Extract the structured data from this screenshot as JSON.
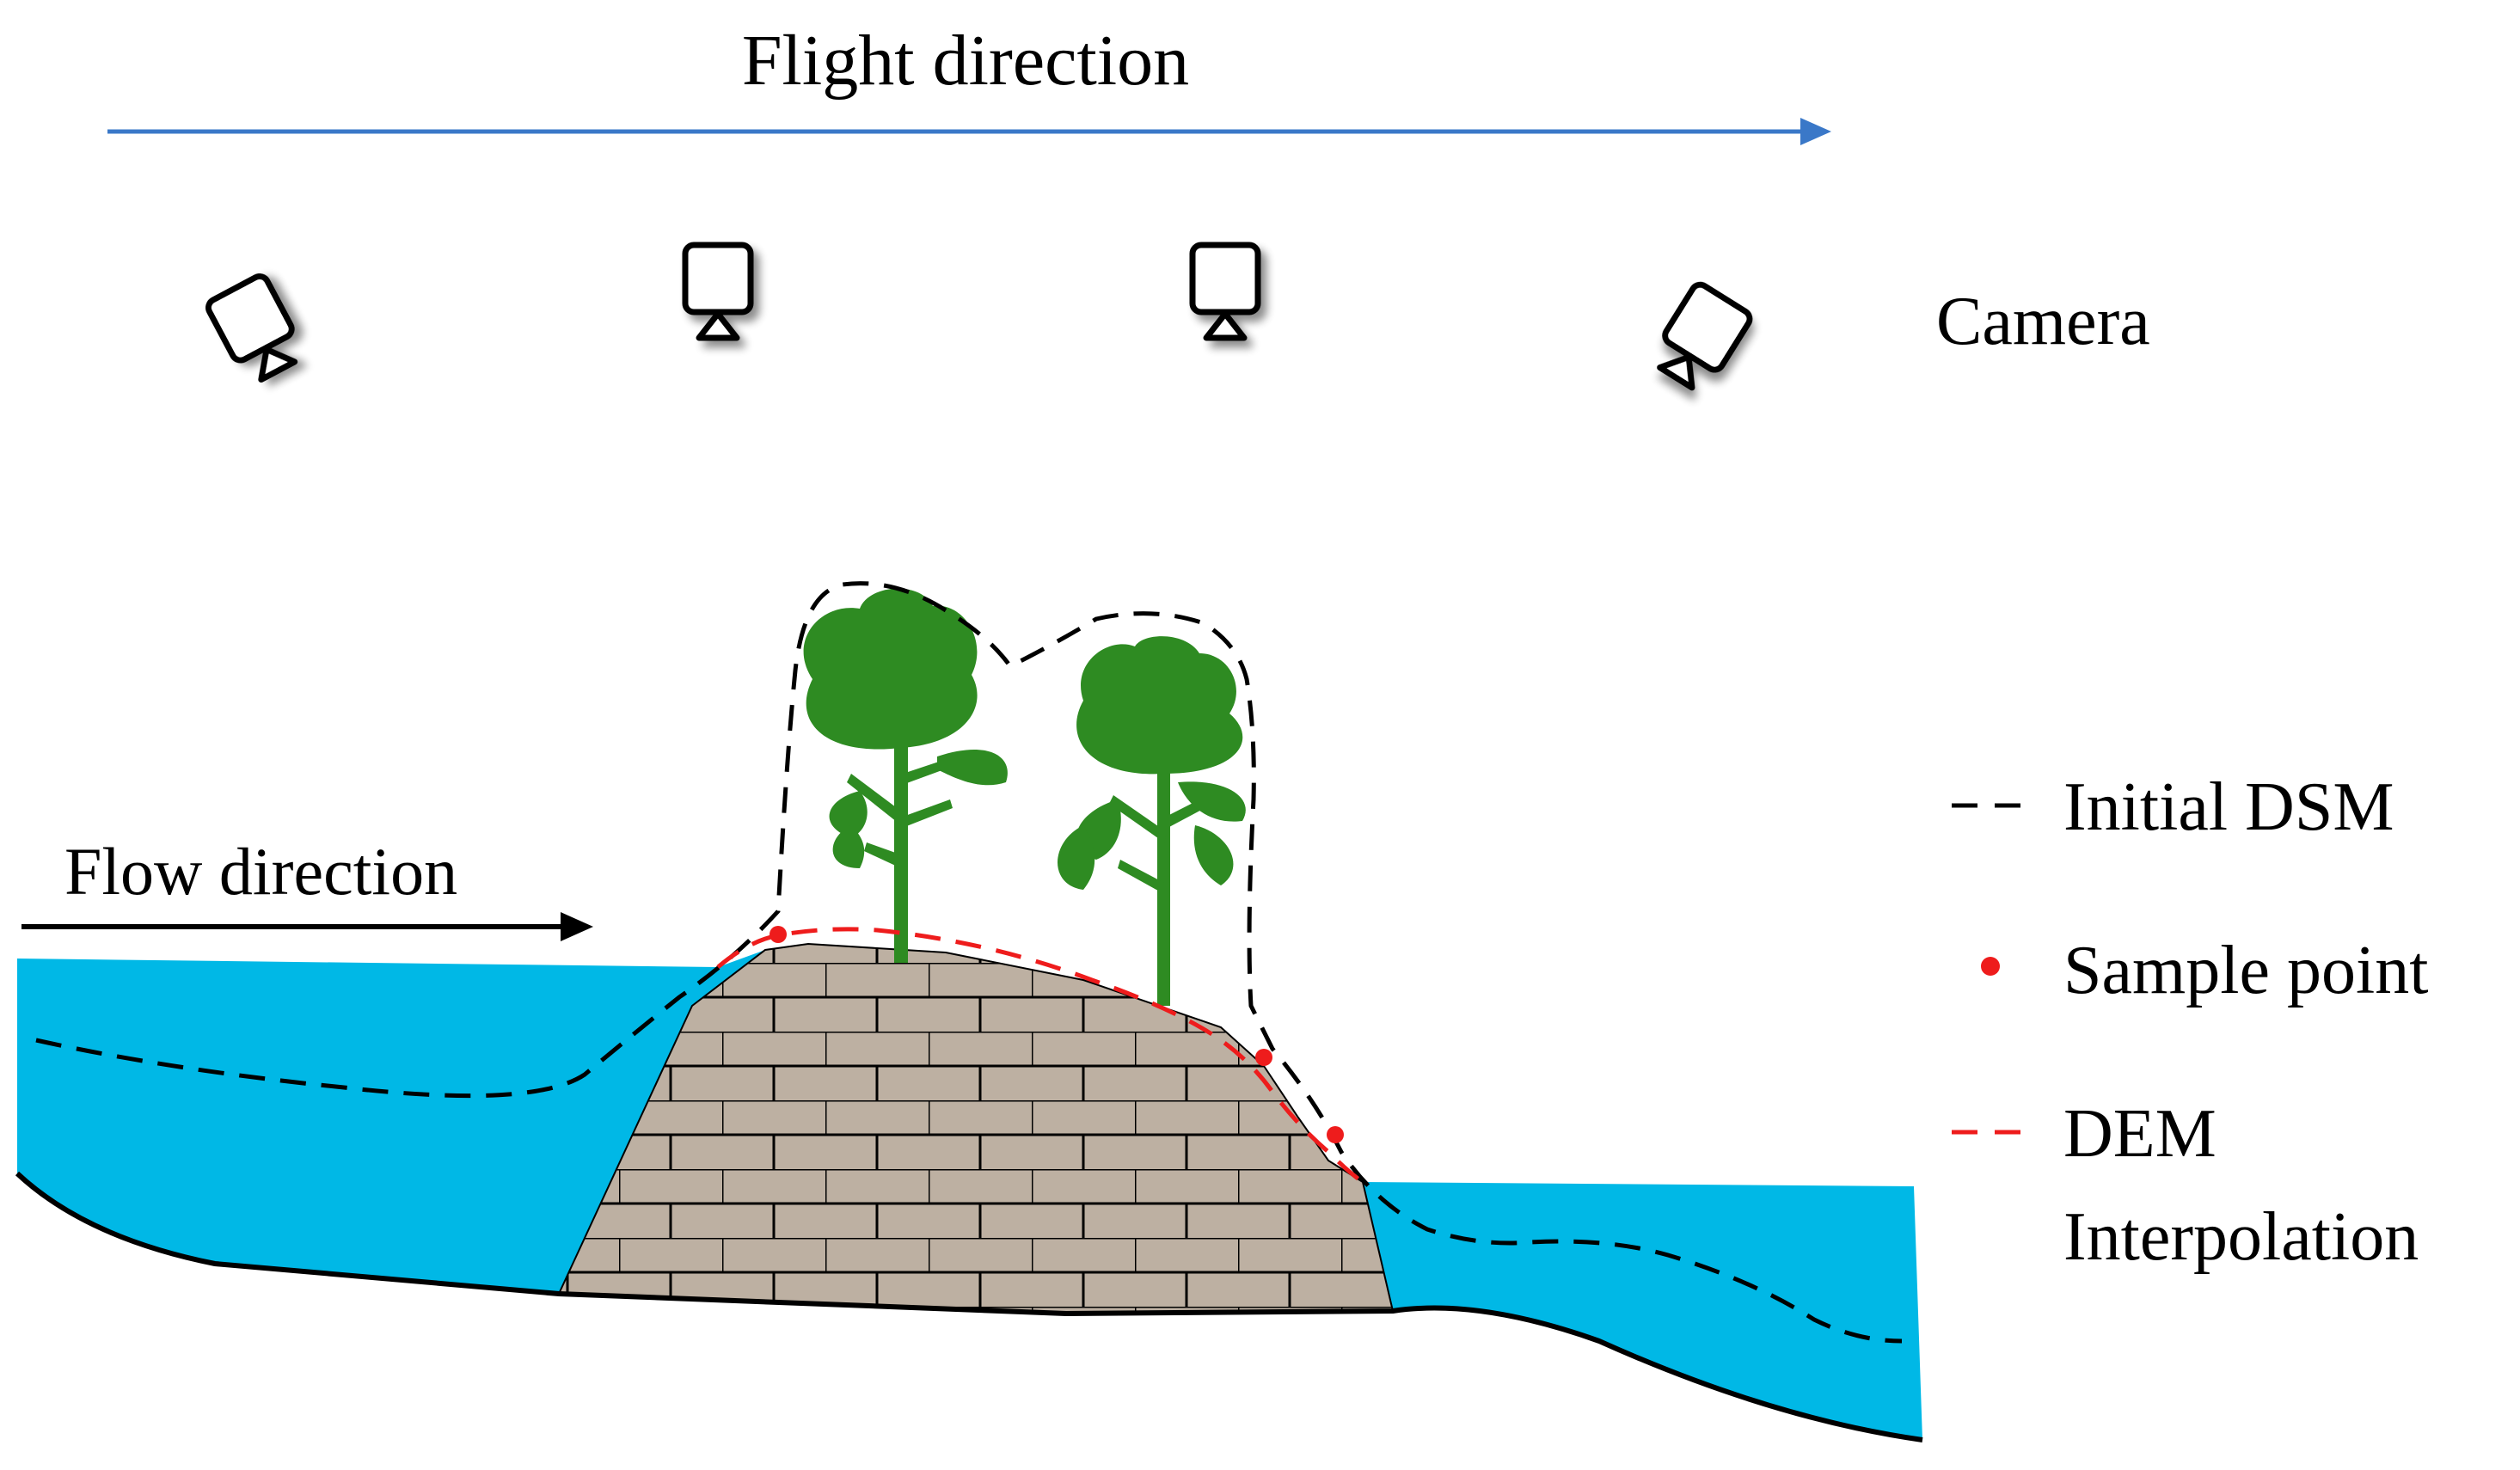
{
  "labels": {
    "flight_direction": "Flight direction",
    "camera": "Camera",
    "flow_direction": "Flow direction"
  },
  "legend": {
    "initial_dsm": "Initial DSM",
    "sample_point": "Sample point",
    "dem_interpolation_line1": "DEM",
    "dem_interpolation_line2": "Interpolation"
  },
  "colors": {
    "water": "#00b8e6",
    "wall_fill": "#bdb0a2",
    "tree": "#2e8b22",
    "flight_arrow": "#3a78c8",
    "initial_dsm": "#000000",
    "dem_line": "#ee1c1c",
    "sample_point": "#ee1c1c"
  },
  "icons": {
    "cameras": [
      "camera-icon",
      "camera-icon",
      "camera-icon",
      "camera-icon"
    ],
    "trees": [
      "tree-icon",
      "tree-icon"
    ]
  }
}
